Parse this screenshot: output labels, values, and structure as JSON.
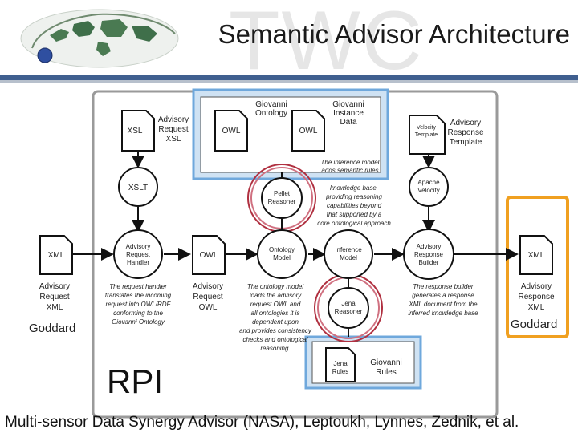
{
  "slide": {
    "title": "Semantic Advisor Architecture",
    "watermark": "TWC",
    "footer": "Multi-sensor Data Synergy Advisor (NASA), Leptoukh, Lynnes, Zednik, et al.",
    "rpi_label": "RPI"
  },
  "diagram": {
    "top": {
      "xsl_doc": "XSL",
      "advisory_request_xsl": [
        "Advisory",
        "Request",
        "XSL"
      ],
      "owl_doc_1": "OWL",
      "owl_doc_2": "OWL",
      "giovanni_ontology": [
        "Giovanni",
        "Ontology"
      ],
      "giovanni_instance_data": [
        "Giovanni",
        "Instance",
        "Data"
      ],
      "inference_note": [
        "The inference model",
        "adds semantic rules"
      ],
      "velocity_template_doc": [
        "Velocity",
        "Template"
      ],
      "advisory_response_template": [
        "Advisory",
        "Response",
        "Template"
      ]
    },
    "middle": {
      "xslt": "XSLT",
      "pellet_reasoner": [
        "Pellet",
        "Reasoner"
      ],
      "pellet_note": [
        "knowledge base,",
        "providing reasoning",
        "capabilities beyond",
        "that supported by a",
        "core ontological approach"
      ],
      "apache_velocity": [
        "Apache",
        "Velocity"
      ]
    },
    "row": {
      "xml_in_doc": "XML",
      "advisory_request_handler": [
        "Advisory",
        "Request",
        "Handler"
      ],
      "owl_request_doc": "OWL",
      "ontology_model": [
        "Ontology",
        "Model"
      ],
      "inference_model": [
        "Inference",
        "Model"
      ],
      "advisory_response_builder": [
        "Advisory",
        "Response",
        "Builder"
      ],
      "xml_out_doc": "XML"
    },
    "captions": {
      "advisory_request_xml": [
        "Advisory",
        "Request",
        "XML"
      ],
      "handler_note": [
        "The request handler",
        "translates the incoming",
        "request into OWL/RDF",
        "conforming to the",
        "Giovanni Ontology"
      ],
      "advisory_request_owl": [
        "Advisory",
        "Request",
        "OWL"
      ],
      "ontology_note": [
        "The ontology model",
        "loads the advisory",
        "request OWL and",
        "all ontologies it is",
        "dependent upon",
        "and provides consistency",
        "checks and ontological",
        "reasoning."
      ],
      "builder_note": [
        "The response builder",
        "generates a response",
        "XML document from the",
        "inferred knowledge base"
      ],
      "advisory_response_xml": [
        "Advisory",
        "Response",
        "XML"
      ],
      "goddard_left": "Goddard",
      "goddard_right": "Goddard"
    },
    "bottom": {
      "jena_reasoner": [
        "Jena",
        "Reasoner"
      ],
      "jena_rules_doc": [
        "Jena",
        "Rules"
      ],
      "giovanni_rules": [
        "Giovanni",
        "Rules"
      ]
    }
  },
  "colors": {
    "header_bar": "#3f5f8f",
    "highlight_blue": "#6fa8dc",
    "highlight_orange": "#f0a020",
    "highlight_red": "#b03040"
  }
}
